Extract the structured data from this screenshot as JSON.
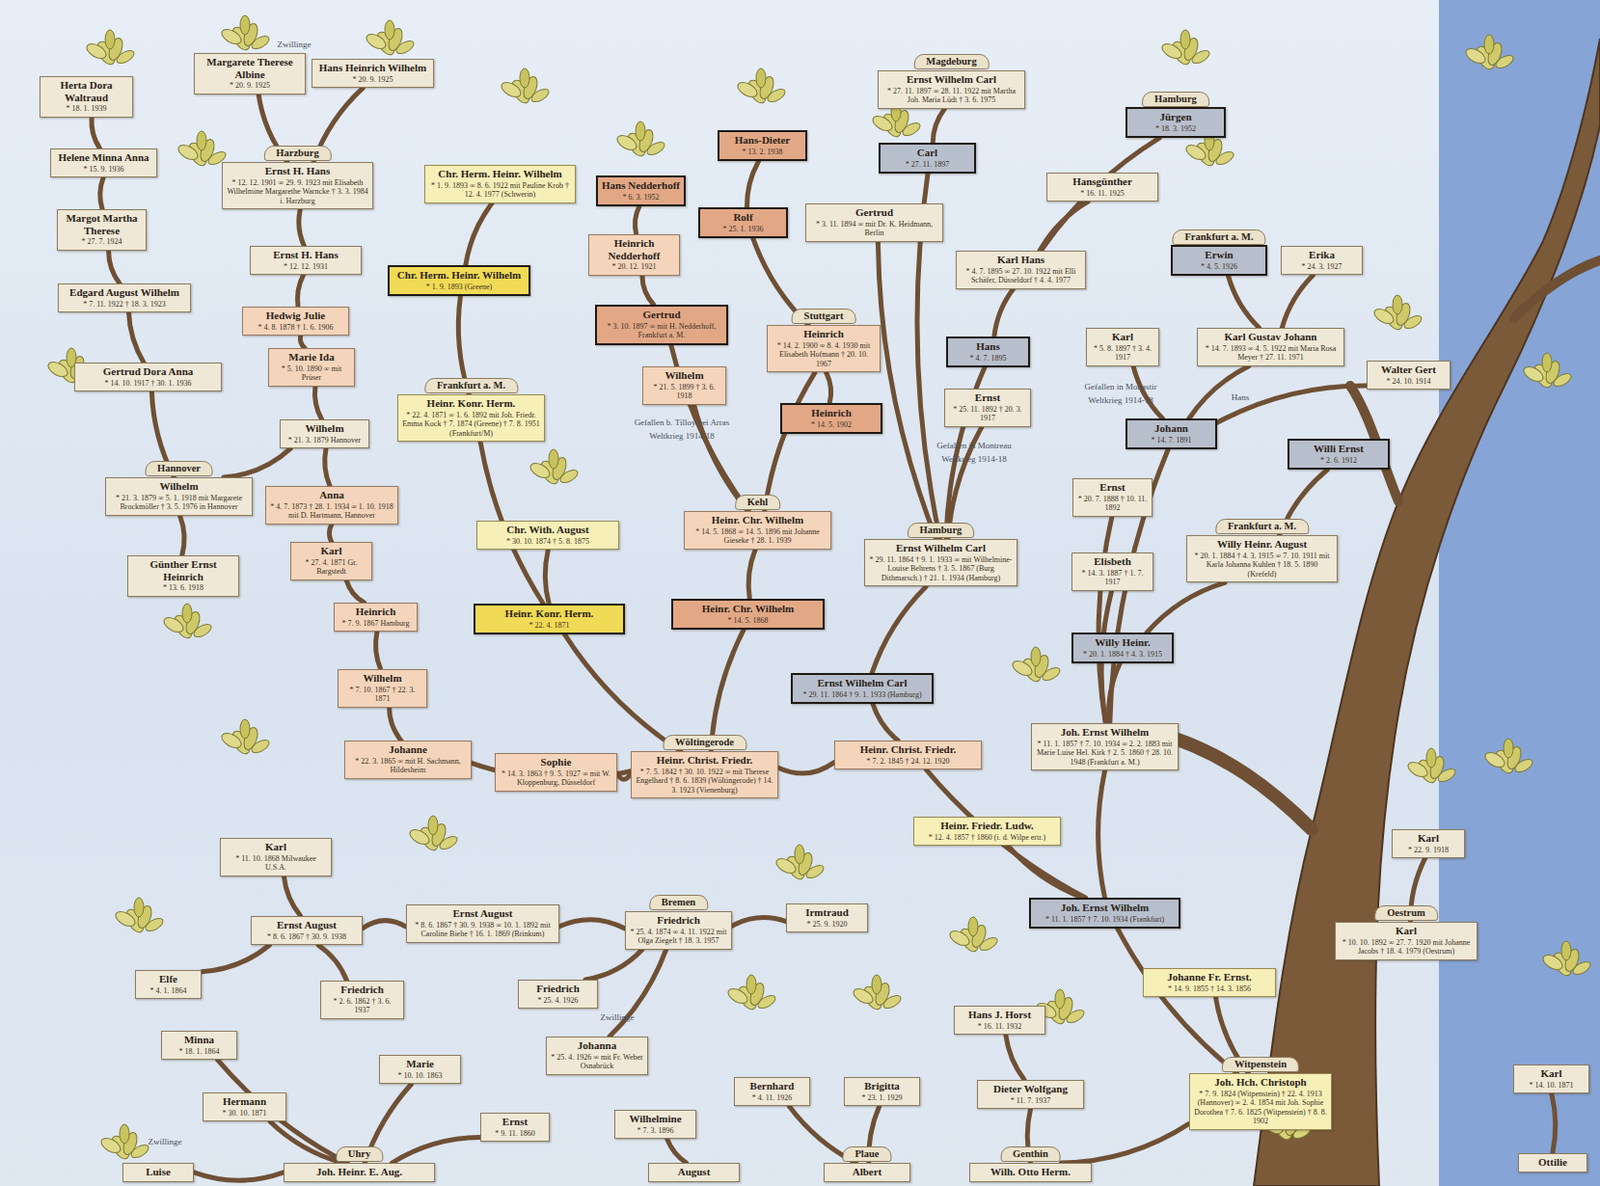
{
  "diagram": {
    "nodes": [
      {
        "text": [
          "Herta Dora Waltraud",
          "* 18. 1. 1939"
        ]
      },
      {
        "text": [
          "Margarete Therese Albine",
          "* 20. 9. 1925"
        ]
      },
      {
        "text": [
          "Hans Heinrich Wilhelm",
          "* 20. 9. 1925"
        ]
      },
      {
        "text": [
          "Helene Minna Anna",
          "* 15. 9. 1936"
        ]
      },
      {
        "text": [
          "Margot Martha Therese",
          "* 27. 7. 1924"
        ]
      },
      {
        "text": [
          "Edgard August Wilhelm",
          "* 7. 11. 1922 † 18. 3. 1923"
        ]
      },
      {
        "text": [
          "Gertrud Dora Anna",
          "* 14. 10. 1917 † 30. 1. 1936"
        ]
      },
      {
        "text": [
          "Hannover",
          "Wilhelm",
          "* 21. 3. 1879 ∞ 5. 1. 1918 mit Margarete Brockmöller † 3. 5. 1976 in Hannover"
        ]
      },
      {
        "text": [
          "Günther Ernst Heinrich",
          "* 13. 6. 1918"
        ]
      },
      {
        "text": [
          "Harzburg",
          "Ernst H. Hans",
          "* 12. 12. 1901 ∞ 29. 9. 1923 mit Elisabeth Wilhelmine Margarethe Warncke † 3. 3. 1984 i. Harzburg"
        ]
      },
      {
        "text": [
          "Ernst H. Hans",
          "* 12. 12. 1931"
        ]
      },
      {
        "text": [
          "Hedwig Julie",
          "* 4. 8. 1878 † 1. 6. 1906"
        ]
      },
      {
        "text": [
          "Marie Ida",
          "* 5. 10. 1890 ∞ mit Prüser"
        ]
      },
      {
        "text": [
          "Wilhelm",
          "* 21. 3. 1879 Hannover"
        ]
      },
      {
        "text": [
          "Anna",
          "* 4. 7. 1873 † 28. 1. 1934 ∞ 1. 10. 1918 mit D. Hartmann, Hannover"
        ]
      },
      {
        "text": [
          "Karl",
          "* 27. 4. 1871 Gr. Bargstedt"
        ]
      },
      {
        "text": [
          "Heinrich",
          "* 7. 9. 1867 Hamburg"
        ]
      },
      {
        "text": [
          "Wilhelm",
          "* 7. 10. 1867 † 22. 3. 1871"
        ]
      },
      {
        "text": [
          "Johanne",
          "* 22. 3. 1865 ∞ mit H. Sachmann, Hildesheim"
        ]
      },
      {
        "text": [
          "Sophie",
          "* 14. 3. 1863 † 9. 5. 1927 ∞ mit W. Kloppenburg, Düsseldorf"
        ]
      },
      {
        "text": [
          "Chr. Herm. Heinr. Wilhelm",
          "* 1. 9. 1893 ∞ 8. 6. 1922 mit Pauline Krob † 12. 4. 1977 (Schwerin)"
        ]
      },
      {
        "text": [
          "Chr. Herm. Heinr. Wilhelm",
          "* 1. 9. 1893 (Greene)"
        ]
      },
      {
        "text": [
          "Frankfurt a. M.",
          "Heinr. Konr. Herm.",
          "* 22. 4. 1871 ∞ 1. 6. 1892 mit Joh. Friedr. Emma Kock † 7. 1874 (Greene) † 7. 8. 1951 (Frankfurt/M)"
        ]
      },
      {
        "text": [
          "Chr. With. August",
          "* 30. 10. 1874 † 5. 8. 1875"
        ]
      },
      {
        "text": [
          "Heinr. Konr. Herm.",
          "* 22. 4. 1871"
        ]
      },
      {
        "text": [
          "Hans Nedderhoff",
          "* 6. 3. 1952"
        ]
      },
      {
        "text": [
          "Heinrich Nedderhoff",
          "* 20. 12. 1921"
        ]
      },
      {
        "text": [
          "Gertrud",
          "* 3. 10. 1897 ∞ mit H. Nedderhoff, Frankfurt a. M."
        ]
      },
      {
        "text": [
          "Wilhelm",
          "* 21. 5. 1899 † 3. 6. 1918"
        ]
      },
      {
        "text": [
          "Hans-Dieter",
          "* 13. 2. 1938"
        ]
      },
      {
        "text": [
          "Rolf",
          "* 25. 1. 1936"
        ]
      },
      {
        "text": [
          "Stuttgart",
          "Heinrich",
          "* 14. 2. 1900 ∞ 8. 4. 1930 mit Elisabeth Hofmann † 20. 10. 1967"
        ]
      },
      {
        "text": [
          "Heinrich",
          "* 14. 5. 1902"
        ]
      },
      {
        "text": [
          "Kehl",
          "Heinr. Chr. Wilhelm",
          "* 14. 5. 1868 ∞ 14. 5. 1896 mit Johanne Gieseke † 28. 1. 1939"
        ]
      },
      {
        "text": [
          "Heinr. Chr. Wilhelm",
          "* 14. 5. 1868"
        ]
      },
      {
        "text": [
          "Heinr. Christ. Friedr.",
          "* 7. 2. 1845 † 24. 12. 1920"
        ]
      },
      {
        "text": [
          "Wöltingerode",
          "Heinr. Christ. Friedr.",
          "* 7. 5. 1842 † 30. 10. 1922 ∞ mit Therese Engelhard † 8. 6. 1839 (Wöltingerode) † 14. 3. 1923 (Vienenburg)"
        ]
      },
      {
        "text": [
          "Magdeburg",
          "Ernst Wilhelm Carl",
          "* 27. 11. 1897 ∞ 28. 11. 1922 mit Martha Joh. Maria Lüdt † 3. 6. 1975"
        ]
      },
      {
        "text": [
          "Carl",
          "* 27. 11. 1897"
        ]
      },
      {
        "text": [
          "Gertrud",
          "* 3. 11. 1894 ∞ mit Dr. K. Heidmann, Berlin"
        ]
      },
      {
        "text": [
          "Hamburg",
          "Jürgen",
          "* 18. 3. 1952"
        ]
      },
      {
        "text": [
          "Hansgünther",
          "* 16. 11. 1925"
        ]
      },
      {
        "text": [
          "Karl Hans",
          "* 4. 7. 1895 ∞ 27. 10. 1922 mit Elli Schäfer, Düsseldorf † 4. 4. 1977"
        ]
      },
      {
        "text": [
          "Hans",
          "* 4. 7. 1895"
        ]
      },
      {
        "text": [
          "Ernst",
          "* 25. 11. 1892 † 20. 3. 1917"
        ]
      },
      {
        "text": [
          "Karl",
          "* 5. 8. 1897 † 3. 4. 1917"
        ]
      },
      {
        "text": [
          "Frankfurt a. M.",
          "Erwin",
          "* 4. 5. 1926"
        ]
      },
      {
        "text": [
          "Erika",
          "* 24. 3. 1927"
        ]
      },
      {
        "text": [
          "Karl Gustav Johann",
          "* 14. 7. 1893 ∞ 4. 5. 1922 mit Maria Rosa Meyer † 27. 11. 1971"
        ]
      },
      {
        "text": [
          "Walter Gert",
          "* 24. 10. 1914"
        ]
      },
      {
        "text": [
          "Johann",
          "* 14. 7. 1891"
        ]
      },
      {
        "text": [
          "Willi Ernst",
          "* 2. 6. 1912"
        ]
      },
      {
        "text": [
          "Ernst",
          "* 20. 7. 1888 † 10. 11. 1892"
        ]
      },
      {
        "text": [
          "Hamburg",
          "Ernst Wilhelm Carl",
          "* 29. 11. 1864 † 9. 1. 1933 ∞ mit Wilhelmine-Louise Behrens † 3. 5. 1867 (Burg Dithmarsch.) † 21. 1. 1934 (Hamburg)"
        ]
      },
      {
        "text": [
          "Elisbeth",
          "* 14. 3. 1887 † 1. 7. 1917"
        ]
      },
      {
        "text": [
          "Frankfurt a. M.",
          "Willy Heinr. August",
          "* 20. 1. 1884 † 4. 3. 1915 ∞ 7. 10. 1911 mit Karla Johanna Kuhlen † 18. 5. 1890 (Krefeld)"
        ]
      },
      {
        "text": [
          "Willy Heinr.",
          "* 20. 1. 1884 † 4. 3. 1915"
        ]
      },
      {
        "text": [
          "Ernst Wilhelm Carl",
          "* 29. 11. 1864 † 9. 1. 1933 (Hamburg)"
        ]
      },
      {
        "text": [
          "Joh. Ernst Wilhelm",
          "* 11. 1. 1857 † 7. 10. 1934 ∞ 2. 2. 1883 mit Marie Luise Hel. Kirk † 2. 5. 1860 † 28. 10. 1948 (Frankfurt a. M.)"
        ]
      },
      {
        "text": [
          "Heinr. Friedr. Ludw.",
          "* 12. 4. 1857 † 1860 (i. d. Wilpe ertr.)"
        ]
      },
      {
        "text": [
          "Joh. Ernst Wilhelm",
          "* 11. 1. 1857 † 7. 10. 1934 (Frankfurt)"
        ]
      },
      {
        "text": [
          "Johanne Fr. Ernst.",
          "* 14. 9. 1855 † 14. 3. 1856"
        ]
      },
      {
        "text": [
          "Witpenstein",
          "Joh. Hch. Christoph",
          "* 7. 9. 1824 (Witpenstein) † 22. 4. 1913 (Hannover) ∞ 2. 4. 1854 mit Joh. Sophie Dorothea † 7. 6. 1825 (Witpenstein) † 8. 8. 1902"
        ]
      },
      {
        "text": [
          "Hans J. Horst",
          "* 16. 11. 1932"
        ]
      },
      {
        "text": [
          "Dieter Wolfgang",
          "* 11. 7. 1937"
        ]
      },
      {
        "text": [
          "Genthin",
          "Wilh. Otto Herm."
        ]
      },
      {
        "text": [
          "Bernhard",
          "* 4. 11. 1926"
        ]
      },
      {
        "text": [
          "Brigitta",
          "* 23. 1. 1929"
        ]
      },
      {
        "text": [
          "Plaue",
          "Albert"
        ]
      },
      {
        "text": [
          "August"
        ]
      },
      {
        "text": [
          "Bremen",
          "Friedrich",
          "* 25. 4. 1874 ∞ 4. 11. 1922 mit Olga Ziegelt † 18. 3. 1957"
        ]
      },
      {
        "text": [
          "Irmtraud",
          "* 25. 9. 1920"
        ]
      },
      {
        "text": [
          "Friedrich",
          "* 25. 4. 1926"
        ]
      },
      {
        "text": [
          "Johanna",
          "* 25. 4. 1926 ∞ mit Fr. Weber Osnabrück"
        ]
      },
      {
        "text": [
          "Wilhelmine",
          "* 7. 3. 1896"
        ]
      },
      {
        "text": [
          "Ernst August",
          "* 8. 6. 1867 † 30. 9. 1938 ∞ 10. 1. 1892 mit Caroline Biehe † 16. 1. 1869 (Brinkum)"
        ]
      },
      {
        "text": [
          "Ernst August",
          "* 8. 6. 1867 † 30. 9. 1938"
        ]
      },
      {
        "text": [
          "Karl",
          "* 11. 10. 1868 Milwaukee U.S.A."
        ]
      },
      {
        "text": [
          "Elfe",
          "* 4. 1. 1864"
        ]
      },
      {
        "text": [
          "Friedrich",
          "* 2. 6. 1862 † 3. 6. 1937"
        ]
      },
      {
        "text": [
          "Minna",
          "* 18. 1. 1864"
        ]
      },
      {
        "text": [
          "Marie",
          "* 10. 10. 1863"
        ]
      },
      {
        "text": [
          "Hermann",
          "* 30. 10. 1871"
        ]
      },
      {
        "text": [
          "Ernst",
          "* 9. 11. 1860"
        ]
      },
      {
        "text": [
          "Uhry",
          "Joh. Heinr. E. Aug."
        ]
      },
      {
        "text": [
          "Luise"
        ]
      },
      {
        "text": [
          "Karl",
          "* 22. 9. 1918"
        ]
      },
      {
        "text": [
          "Oestrum",
          "Karl",
          "* 10. 10. 1892 ∞ 27. 7. 1920 mit Johanne Jacobs † 18. 4. 1979 (Oestrum)"
        ]
      },
      {
        "text": [
          "Karl",
          "* 14. 10. 1871"
        ]
      },
      {
        "text": [
          "Ottilie"
        ]
      }
    ],
    "edges": [
      {
        "from": 62,
        "to": 61,
        "arrow": "none"
      },
      {
        "from": 62,
        "to": 60,
        "arrow": "none"
      },
      {
        "from": 60,
        "to": 59,
        "arrow": "none"
      },
      {
        "from": 60,
        "to": 58,
        "arrow": "none"
      },
      {
        "from": 58,
        "to": 56,
        "arrow": "none"
      },
      {
        "from": 58,
        "to": 54,
        "arrow": "none"
      },
      {
        "from": 58,
        "to": 52,
        "arrow": "none"
      },
      {
        "from": 58,
        "to": 50,
        "arrow": "none"
      },
      {
        "from": 56,
        "to": 55,
        "arrow": "none"
      },
      {
        "from": 55,
        "to": 51,
        "arrow": "none"
      },
      {
        "from": 50,
        "to": 48,
        "arrow": "none"
      },
      {
        "from": 48,
        "to": 46,
        "arrow": "none"
      },
      {
        "from": 48,
        "to": 47,
        "arrow": "none"
      },
      {
        "from": 50,
        "to": 49,
        "arrow": "none"
      },
      {
        "from": 50,
        "to": 45,
        "arrow": "none"
      },
      {
        "from": 60,
        "to": 35,
        "arrow": "none"
      },
      {
        "from": 35,
        "to": 57,
        "arrow": "none"
      },
      {
        "from": 57,
        "to": 53,
        "arrow": "none"
      },
      {
        "from": 53,
        "to": 44,
        "arrow": "none"
      },
      {
        "from": 53,
        "to": 43,
        "arrow": "none"
      },
      {
        "from": 43,
        "to": 42,
        "arrow": "none"
      },
      {
        "from": 42,
        "to": 41,
        "arrow": "none"
      },
      {
        "from": 42,
        "to": 40,
        "arrow": "none"
      },
      {
        "from": 53,
        "to": 39,
        "arrow": "none"
      },
      {
        "from": 53,
        "to": 38,
        "arrow": "none"
      },
      {
        "from": 38,
        "to": 37,
        "arrow": "none"
      },
      {
        "from": 35,
        "to": 36,
        "arrow": "none"
      },
      {
        "from": 36,
        "to": 34,
        "arrow": "none"
      },
      {
        "from": 34,
        "to": 33,
        "arrow": "none"
      },
      {
        "from": 33,
        "to": 31,
        "arrow": "none"
      },
      {
        "from": 31,
        "to": 32,
        "arrow": "none"
      },
      {
        "from": 31,
        "to": 30,
        "arrow": "none"
      },
      {
        "from": 30,
        "to": 29,
        "arrow": "none"
      },
      {
        "from": 33,
        "to": 28,
        "arrow": "none"
      },
      {
        "from": 33,
        "to": 27,
        "arrow": "none"
      },
      {
        "from": 27,
        "to": 26,
        "arrow": "none"
      },
      {
        "from": 26,
        "to": 25,
        "arrow": "none"
      },
      {
        "from": 36,
        "to": 24,
        "arrow": "none"
      },
      {
        "from": 24,
        "to": 23,
        "arrow": "none"
      },
      {
        "from": 24,
        "to": 22,
        "arrow": "none"
      },
      {
        "from": 22,
        "to": 21,
        "arrow": "none"
      },
      {
        "from": 21,
        "to": 20,
        "arrow": "none"
      },
      {
        "from": 36,
        "to": 19,
        "arrow": "none"
      },
      {
        "from": 36,
        "to": 18,
        "arrow": "none"
      },
      {
        "from": 18,
        "to": 17,
        "arrow": "none"
      },
      {
        "from": 17,
        "to": 16,
        "arrow": "none"
      },
      {
        "from": 16,
        "to": 15,
        "arrow": "none"
      },
      {
        "from": 15,
        "to": 14,
        "arrow": "none"
      },
      {
        "from": 14,
        "to": 13,
        "arrow": "none"
      },
      {
        "from": 13,
        "to": 12,
        "arrow": "none"
      },
      {
        "from": 13,
        "to": 7,
        "arrow": "none"
      },
      {
        "from": 7,
        "to": 8,
        "arrow": "none"
      },
      {
        "from": 7,
        "to": 6,
        "arrow": "none"
      },
      {
        "from": 6,
        "to": 5,
        "arrow": "none"
      },
      {
        "from": 5,
        "to": 4,
        "arrow": "none"
      },
      {
        "from": 4,
        "to": 3,
        "arrow": "none"
      },
      {
        "from": 3,
        "to": 0,
        "arrow": "none"
      },
      {
        "from": 12,
        "to": 11,
        "arrow": "none"
      },
      {
        "from": 11,
        "to": 10,
        "arrow": "none"
      },
      {
        "from": 10,
        "to": 9,
        "arrow": "none"
      },
      {
        "from": 9,
        "to": 1,
        "arrow": "none"
      },
      {
        "from": 9,
        "to": 2,
        "arrow": "none"
      },
      {
        "from": 87,
        "to": 86,
        "arrow": "none"
      },
      {
        "from": 62,
        "to": 65,
        "arrow": "none"
      },
      {
        "from": 65,
        "to": 64,
        "arrow": "none"
      },
      {
        "from": 64,
        "to": 63,
        "arrow": "none"
      },
      {
        "from": 68,
        "to": 67,
        "arrow": "none"
      },
      {
        "from": 68,
        "to": 66,
        "arrow": "none"
      },
      {
        "from": 69,
        "to": 74,
        "arrow": "none"
      },
      {
        "from": 75,
        "to": 70,
        "arrow": "none"
      },
      {
        "from": 70,
        "to": 72,
        "arrow": "none"
      },
      {
        "from": 70,
        "to": 73,
        "arrow": "none"
      },
      {
        "from": 70,
        "to": 71,
        "arrow": "none"
      },
      {
        "from": 76,
        "to": 75,
        "arrow": "none"
      },
      {
        "from": 76,
        "to": 77,
        "arrow": "none"
      },
      {
        "from": 76,
        "to": 78,
        "arrow": "none"
      },
      {
        "from": 76,
        "to": 79,
        "arrow": "none"
      },
      {
        "from": 84,
        "to": 80,
        "arrow": "none"
      },
      {
        "from": 84,
        "to": 82,
        "arrow": "none"
      },
      {
        "from": 84,
        "to": 81,
        "arrow": "none"
      },
      {
        "from": 84,
        "to": 83,
        "arrow": "none"
      },
      {
        "from": 84,
        "to": 85,
        "arrow": "none"
      },
      {
        "from": 88,
        "to": 89,
        "arrow": "none"
      }
    ],
    "labels": [
      "Zwillinge",
      "Zwillinge",
      "Zwillinge",
      "Gefallen b. Tilloy bei Arras",
      "Weltkrieg 1914-18",
      "Gefallen in Montreau",
      "Weltkrieg 1914-18",
      "Gefallen in Monastir",
      "Weltkrieg 1914-18",
      "Hans"
    ]
  }
}
